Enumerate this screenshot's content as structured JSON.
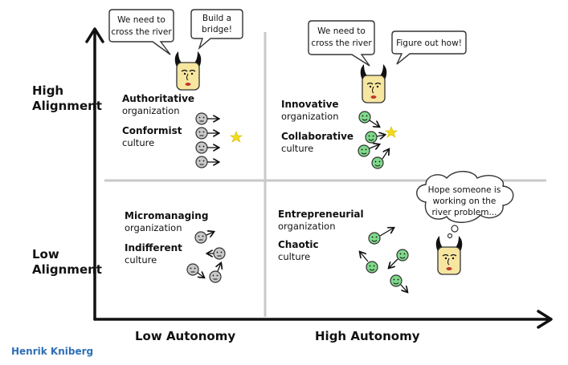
{
  "y_axis": {
    "high_label_line1": "High",
    "high_label_line2": "Alignment",
    "low_label_line1": "Low",
    "low_label_line2": "Alignment"
  },
  "x_axis": {
    "low_label": "Low Autonomy",
    "high_label": "High Autonomy"
  },
  "quadrants": {
    "top_left": {
      "org_line1": "Authoritative",
      "org_line2": "organization",
      "culture_line1": "Conformist",
      "culture_line2": "culture",
      "bubble_left_line1": "We need to",
      "bubble_left_line2": "cross the river",
      "bubble_right_line1": "Build a",
      "bubble_right_line2": "bridge!"
    },
    "top_right": {
      "org_line1": "Innovative",
      "org_line2": "organization",
      "culture_line1": "Collaborative",
      "culture_line2": "culture",
      "bubble_left_line1": "We need to",
      "bubble_left_line2": "cross the river",
      "bubble_right_line1": "Figure out how!"
    },
    "bottom_left": {
      "org_line1": "Micromanaging",
      "org_line2": "organization",
      "culture_line1": "Indifferent",
      "culture_line2": "culture"
    },
    "bottom_right": {
      "org_line1": "Entrepreneurial",
      "org_line2": "organization",
      "culture_line1": "Chaotic",
      "culture_line2": "culture",
      "thought_line1": "Hope someone is",
      "thought_line2": "working on the",
      "thought_line3": "river problem..."
    }
  },
  "credit": "Henrik Kniberg",
  "colors": {
    "green_face": "#7fd98a",
    "grey_face": "#c8c8c8",
    "leader_face": "#f6e6a0",
    "star": "#f2dc1a",
    "divider": "#c9c9c9",
    "credit": "#2f6fb5"
  }
}
